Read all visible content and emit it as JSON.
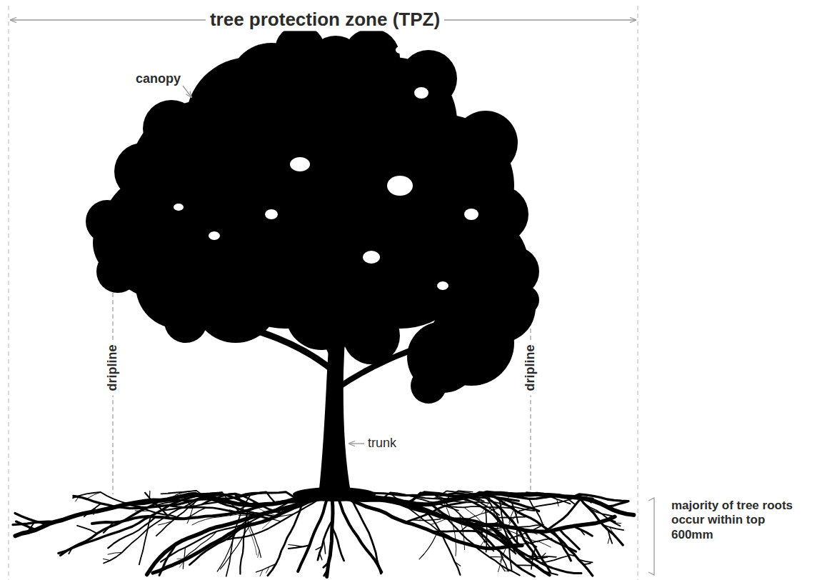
{
  "diagram": {
    "labels": [
      "tree protection zone (TPZ)",
      "canopy",
      "dripline",
      "dripline",
      "trunk",
      "majority of tree roots occur within top 600mm"
    ]
  }
}
